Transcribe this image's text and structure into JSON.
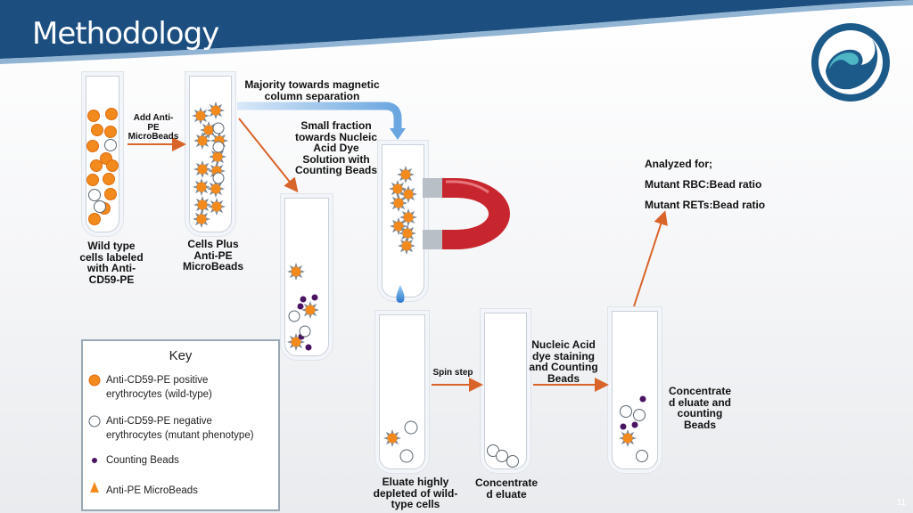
{
  "slide": {
    "title": "Methodology",
    "page_number": "11"
  },
  "colors": {
    "header": "#1c4f80",
    "accent_orange": "#f28a1e",
    "arrow": "#d9642a",
    "magnet_red": "#c8262e",
    "bead_purple": "#4b1463"
  },
  "labels": {
    "add_beads": "Add Anti-\nPE\nMicroBeads",
    "majority": "Majority towards magnetic\ncolumn separation",
    "small_fraction": "Small fraction\ntowards Nucleic\nAcid Dye\nSolution with\nCounting Beads",
    "wild_type": "Wild type\ncells labeled\nwith Anti-\nCD59-PE",
    "cells_plus": "Cells Plus\nAnti-PE\nMicroBeads",
    "spin_step": "Spin step",
    "nucleic_staining": "Nucleic Acid\ndye staining\nand Counting\nBeads",
    "concentrate_counting": "Concentrate\nd eluate and\ncounting\nBeads",
    "eluate_depleted": "Eluate highly\ndepleted of wild-\ntype cells",
    "concentrated_eluate": "Concentrate\nd eluate"
  },
  "analysis": {
    "heading": "Analyzed for;",
    "items": [
      "Mutant RBC:Bead ratio",
      "Mutant RETs:Bead ratio"
    ]
  },
  "key": {
    "title": "Key",
    "items": [
      {
        "icon": "orange-cell",
        "text": "Anti-CD59-PE positive\nerythrocytes (wild-type)"
      },
      {
        "icon": "white-cell",
        "text": "Anti-CD59-PE negative\nerythrocytes (mutant phenotype)"
      },
      {
        "icon": "purple-bead",
        "text": "Counting Beads"
      },
      {
        "icon": "orange-triangle",
        "text": "Anti-PE MicroBeads"
      }
    ]
  }
}
